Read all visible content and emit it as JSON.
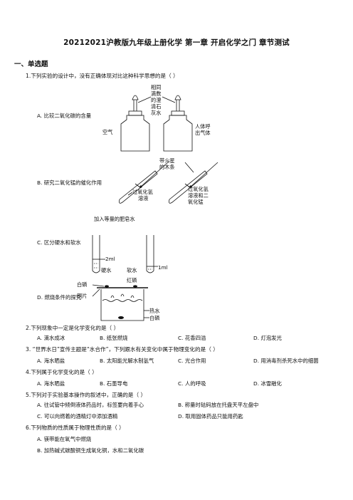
{
  "title": "20212021沪教版九年级上册化学 第一章 开启化学之门 章节测试",
  "section": "一、单选题",
  "questions": [
    {
      "stem": "1.下列实验的设计中，没有正确体现对比这种科学思想的是（      ）",
      "options": [
        "A. 比较二氧化碳的含量",
        "B. 研究二氧化锰的催化作用",
        "C. 区分硬水和软水",
        "D. 燃烧条件的探究"
      ]
    },
    {
      "stem": "2.下列现象中一定是化学变化的是（    ）",
      "options": [
        "A. 滴水成冰",
        "B. 纸张燃烧",
        "C. 花香四溢",
        "D. 灯泡发光"
      ]
    },
    {
      "stem": "3. “世界水日”宣传主题是“水合作”，下列跟水有关变化中属于物理变化的是（        ）",
      "options": [
        "A. 海水晒盐",
        "B. 太阳能光解水制氢气",
        "C. 光合作用",
        "D. 用消毒剂杀死水中的细菌"
      ]
    },
    {
      "stem": "4.下列属于化学变化的是（    ）",
      "options": [
        "A. 海水晒盐",
        "B. 石墨导电",
        "C. 人的呼吸",
        "D. 冰雪融化"
      ]
    },
    {
      "stem": "5.下列对于实验基本操作的叙述中，正确的是（     ）",
      "options": [
        "A. 往试管中倾倒液体药品时，标签要向着手心",
        "B. 称量时砝码放在托盘天平左盘中",
        "C. 可以向燃着的酒精灯中添加酒精",
        "D. 取用固体药品只能用药匙"
      ]
    },
    {
      "stem": "6.下列物质的性质属于物理性质的是（    ）",
      "options": [
        "A. 镁带能在氧气中燃烧",
        "B. 加热碱式碳酸铜生成氧化铜，水和二氧化碳"
      ]
    }
  ],
  "figures": {
    "a": {
      "drop_label": [
        "相同",
        "滴数",
        "的澄",
        "清石",
        "灰水"
      ],
      "left_label": "空气",
      "right_label": [
        "人体呼",
        "出气体"
      ]
    },
    "b": {
      "top_label": [
        "带火星",
        "的木条"
      ],
      "left_label": [
        "过氧化氢",
        "溶液"
      ],
      "right_label": [
        "过氧化氢",
        "溶液和二",
        "氧化锰"
      ]
    },
    "c": {
      "top_label": "加入等量的肥皂水",
      "left_vol": "2ml",
      "right_vol": "1ml",
      "left_name": "硬水",
      "right_name": "软水"
    },
    "d": {
      "top_label": "红磷",
      "left_top": "白磷",
      "left_mid": "铜片",
      "right_mid": "热水",
      "right_bot": "白磷"
    }
  }
}
